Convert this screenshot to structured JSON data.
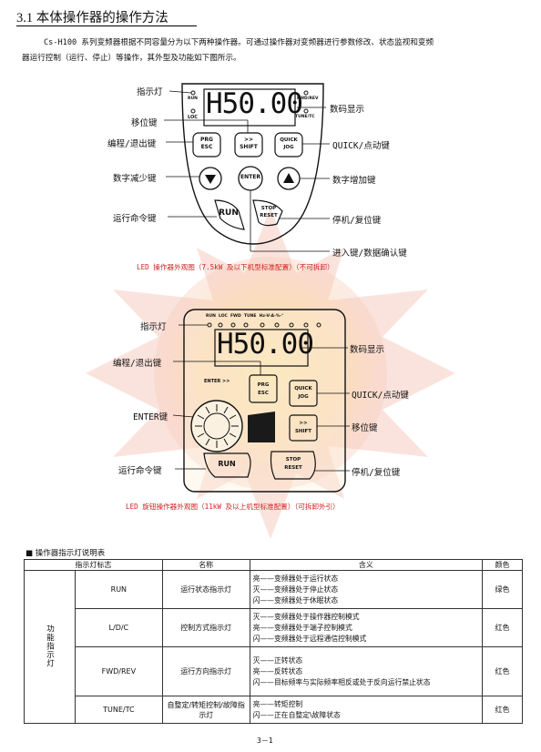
{
  "heading": "3.1 本体操作器的操作方法",
  "intro": {
    "line1": "Cs-H100 系列变频器根据不同容量分为以下两种操作器。可通过操作器对变频器进行参数修改、状态监视和变频",
    "line2": "器运行控制（运行、停止）等操作，其外型及功能如下图所示。"
  },
  "panel1": {
    "display": "H50.00",
    "indicators": {
      "run": "RUN",
      "loc": "LOC",
      "fwd": "FWD/REV",
      "tune": "TUNE/TC"
    },
    "keys": {
      "prg_top": "PRG",
      "prg_bottom": "ESC",
      "shift_top": ">>",
      "shift_bottom": "SHIFT",
      "quick_top": "QUICK",
      "quick_bottom": "JOG",
      "enter": "ENTER",
      "run": "RUN",
      "stop_top": "STOP",
      "stop_bottom": "RESET"
    },
    "labels": {
      "indicator": "指示灯",
      "display": "数码显示",
      "shift": "移位键",
      "prg": "编程/退出键",
      "quick": "QUICK/点动键",
      "down": "数字减少键",
      "up": "数字增加键",
      "run": "运行命令键",
      "stop": "停机/复位键",
      "enter": "进入键/数据确认键"
    },
    "caption": "LED 操作器外观图（7.5kW 及以下机型标准配置）（不可拆卸）"
  },
  "panel2": {
    "display": "H50.00",
    "indicator_row": "RUN  LOC  FWD  TUNE  Hz-V-A-%-°",
    "enter_label": "ENTER >>",
    "keys": {
      "prg_top": "PRG",
      "prg_bottom": "ESC",
      "quick_top": "QUICK",
      "quick_bottom": "JOG",
      "shift_top": ">>",
      "shift_bottom": "SHIFT",
      "run": "RUN",
      "stop_top": "STOP",
      "stop_bottom": "RESET"
    },
    "labels": {
      "indicator": "指示灯",
      "display": "数码显示",
      "prg": "编程/退出键",
      "quick": "QUICK/点动键",
      "enter": "ENTER键",
      "shift": "移位键",
      "run": "运行命令键",
      "stop": "停机/复位键"
    },
    "caption": "LED 旋钮操作器外观图（11kW 及以上机型标准配置）（可拆卸外引）"
  },
  "table": {
    "title": "■  操作器指示灯说明表",
    "headers": [
      "指示灯标志",
      "名称",
      "含义",
      "颜色"
    ],
    "group": "功能指示灯",
    "rows": [
      {
        "mark": "RUN",
        "name": "运行状态指示灯",
        "meaning": [
          "亮——变频器处于运行状态",
          "灭——变频器处于停止状态",
          "闪——变频器处于休眠状态"
        ],
        "color": "绿色"
      },
      {
        "mark": "L/D/C",
        "name": "控制方式指示灯",
        "meaning": [
          "灭——变频器处于操作器控制模式",
          "亮——变频器处于端子控制模式",
          "闪——变频器处于远程通信控制模式"
        ],
        "color": "红色"
      },
      {
        "mark": "FWD/REV",
        "name": "运行方向指示灯",
        "meaning": [
          "灭——正转状态",
          "亮——反转状态",
          "闪——目标频率与实际频率相反或处于反向运行禁止状态"
        ],
        "color": "红色"
      },
      {
        "mark": "TUNE/TC",
        "name": "自整定/转矩控制/故障指示灯",
        "meaning": [
          "亮——转矩控制",
          "闪——正在自整定\\故障状态"
        ],
        "color": "红色"
      }
    ]
  },
  "page_number": "3－1"
}
